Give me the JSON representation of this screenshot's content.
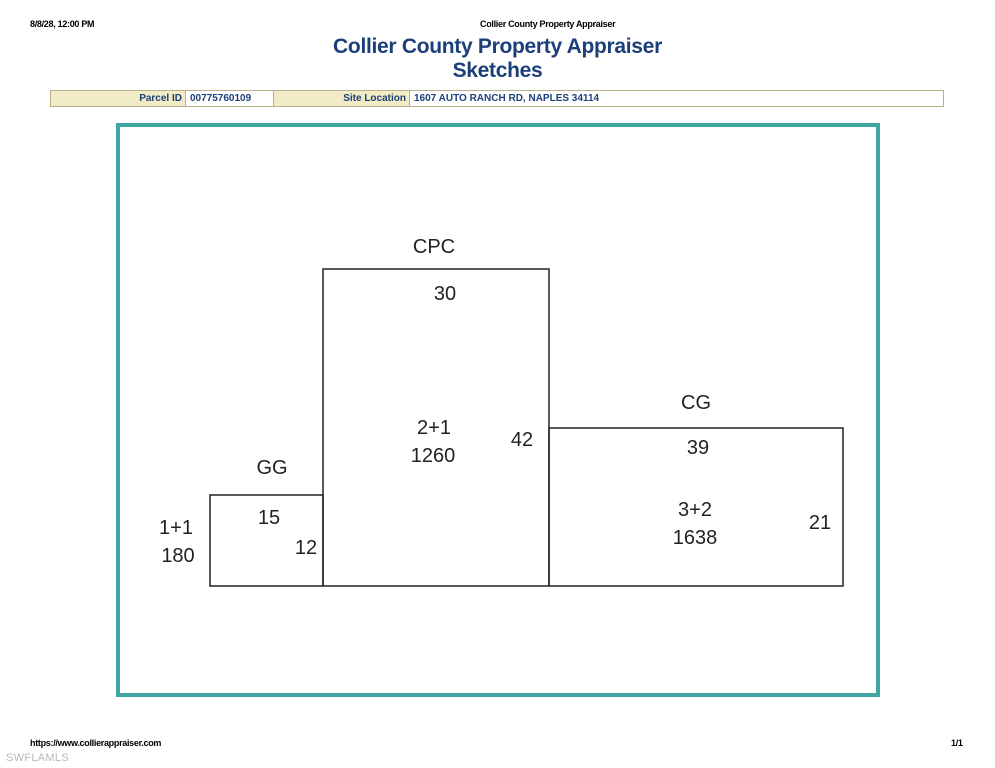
{
  "header": {
    "print_date": "8/8/28, 12:00 PM",
    "print_title": "Collier County Property Appraiser",
    "title_line1": "Collier County Property Appraiser",
    "title_line2": "Sketches"
  },
  "info_bar": {
    "parcel_label": "Parcel ID",
    "parcel_value": "00775760109",
    "site_label": "Site Location",
    "site_value": "1607 AUTO RANCH RD, NAPLES 34114"
  },
  "sketch": {
    "frame_color": "#3fa7a3",
    "areas": [
      {
        "code": "GG",
        "label": "1+1",
        "sqft": "180",
        "width": "15",
        "depth": "12"
      },
      {
        "code": "CPC",
        "label": "2+1",
        "sqft": "1260",
        "width": "30",
        "depth": "42"
      },
      {
        "code": "CG",
        "label": "3+2",
        "sqft": "1638",
        "width": "39",
        "depth": "21"
      }
    ]
  },
  "footer": {
    "url": "https://www.collierappraiser.com",
    "page": "1/1"
  },
  "watermark": "SWFLAMLS"
}
